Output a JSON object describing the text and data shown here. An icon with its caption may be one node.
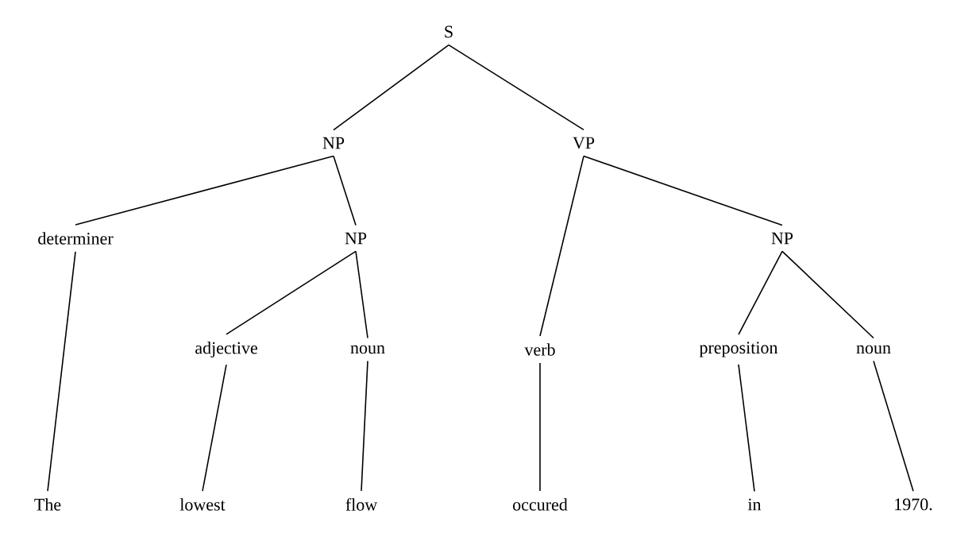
{
  "diagram": {
    "nodes": [
      {
        "text": [
          "S"
        ]
      },
      {
        "text": [
          "NP"
        ]
      },
      {
        "text": [
          "VP"
        ]
      },
      {
        "text": [
          "determiner"
        ]
      },
      {
        "text": [
          "NP"
        ]
      },
      {
        "text": [
          "NP"
        ]
      },
      {
        "text": [
          "adjective"
        ]
      },
      {
        "text": [
          "noun"
        ]
      },
      {
        "text": [
          "verb"
        ]
      },
      {
        "text": [
          "preposition"
        ]
      },
      {
        "text": [
          "noun"
        ]
      },
      {
        "text": [
          "The"
        ]
      },
      {
        "text": [
          "lowest"
        ]
      },
      {
        "text": [
          "flow"
        ]
      },
      {
        "text": [
          "occured"
        ]
      },
      {
        "text": [
          "in"
        ]
      },
      {
        "text": [
          "1970."
        ]
      }
    ],
    "edges": [
      {
        "from": 0,
        "to": 1,
        "arrow": "none"
      },
      {
        "from": 0,
        "to": 2,
        "arrow": "none"
      },
      {
        "from": 1,
        "to": 3,
        "arrow": "none"
      },
      {
        "from": 1,
        "to": 4,
        "arrow": "none"
      },
      {
        "from": 4,
        "to": 6,
        "arrow": "none"
      },
      {
        "from": 4,
        "to": 7,
        "arrow": "none"
      },
      {
        "from": 2,
        "to": 8,
        "arrow": "none"
      },
      {
        "from": 2,
        "to": 5,
        "arrow": "none"
      },
      {
        "from": 5,
        "to": 9,
        "arrow": "none"
      },
      {
        "from": 5,
        "to": 10,
        "arrow": "none"
      },
      {
        "from": 3,
        "to": 11,
        "arrow": "none"
      },
      {
        "from": 6,
        "to": 12,
        "arrow": "none"
      },
      {
        "from": 7,
        "to": 13,
        "arrow": "none"
      },
      {
        "from": 8,
        "to": 14,
        "arrow": "none"
      },
      {
        "from": 9,
        "to": 15,
        "arrow": "none"
      },
      {
        "from": 10,
        "to": 16,
        "arrow": "none"
      }
    ]
  }
}
